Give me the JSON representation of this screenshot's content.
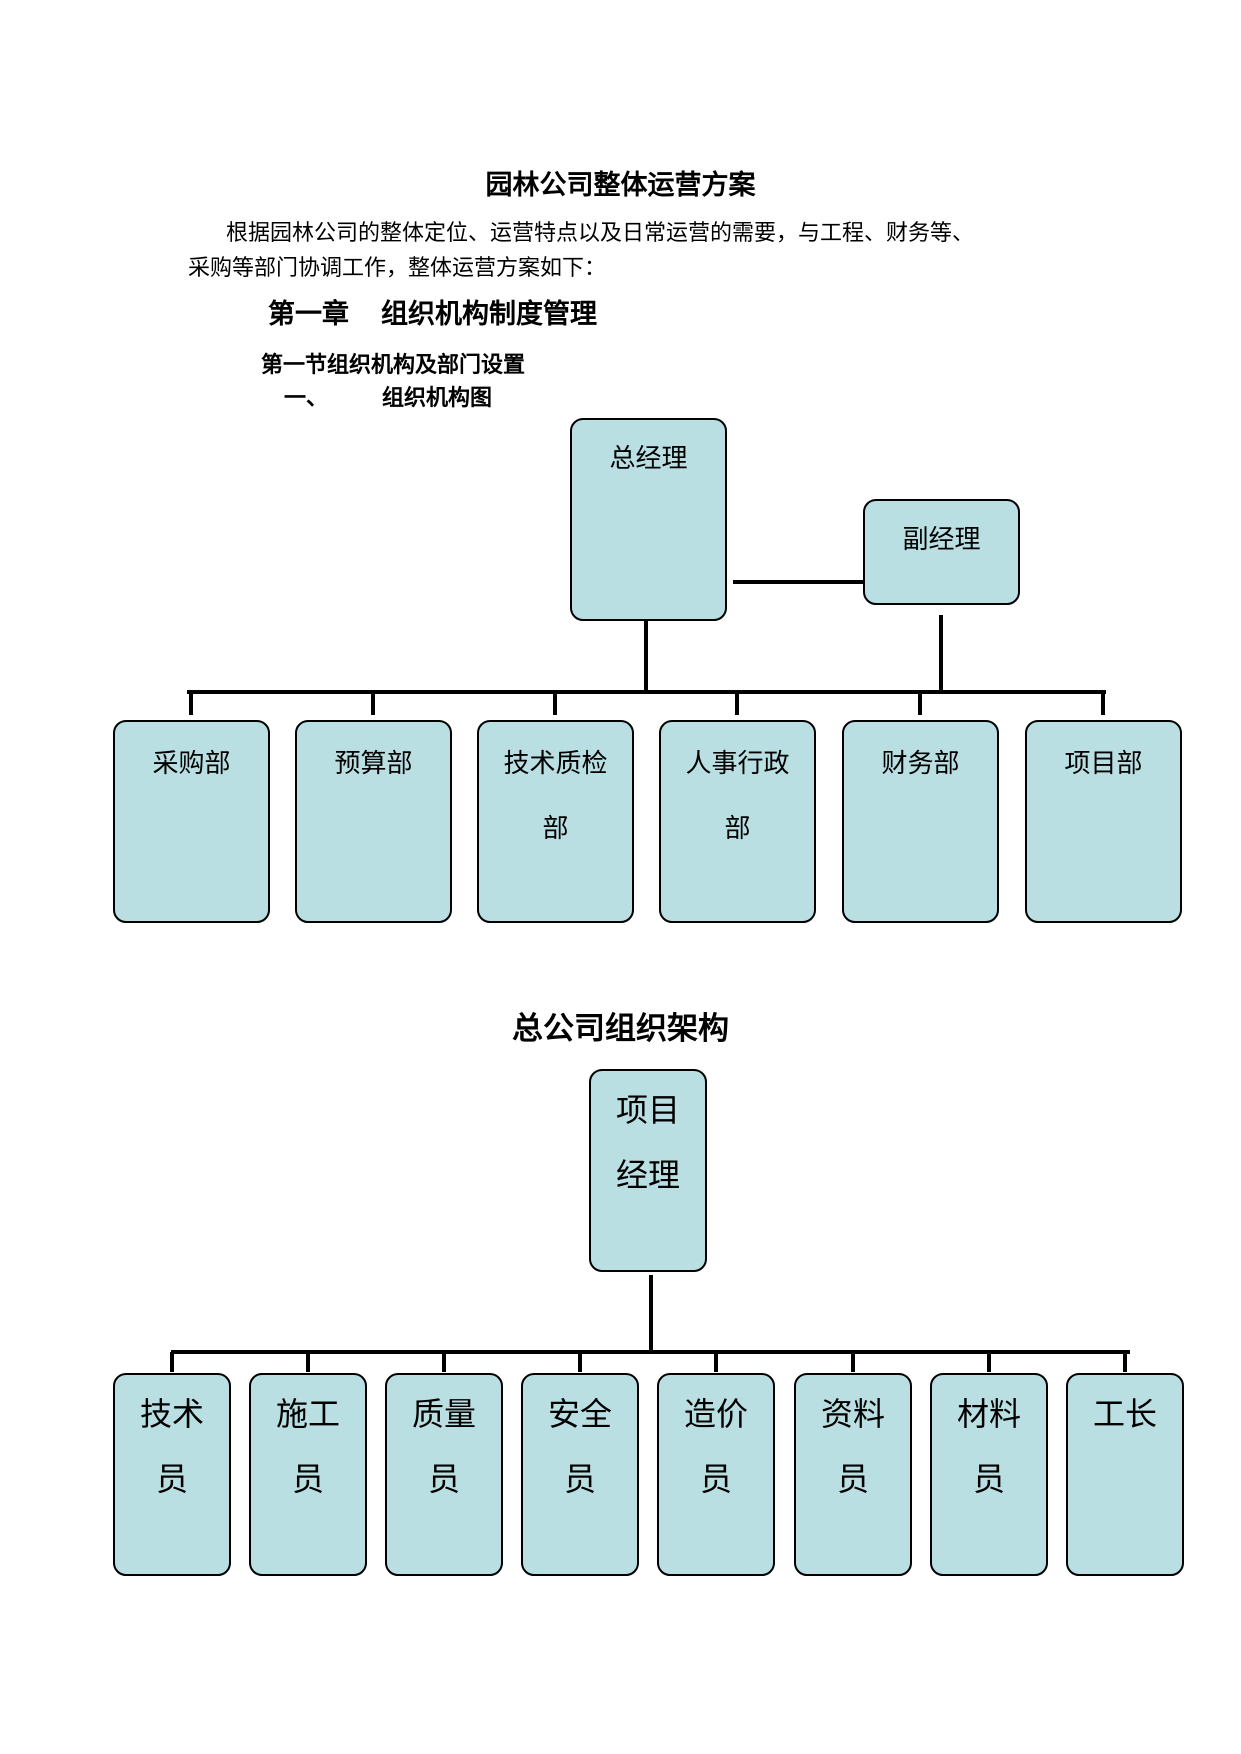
{
  "document": {
    "title": "园林公司整体运营方案",
    "intro_line1": "根据园林公司的整体定位、运营特点以及日常运营的需要，与工程、财务等、",
    "intro_line2": "采购等部门协调工作，整体运营方案如下：",
    "chapter_number": "第一章",
    "chapter_title": "组织机构制度管理",
    "section": "第一节组织机构及部门设置",
    "sub_item_number": "一、",
    "sub_item_title": "组织机构图"
  },
  "org_chart_1": {
    "general_manager": {
      "lines": [
        "总经理"
      ]
    },
    "deputy_manager": {
      "lines": [
        "副经理"
      ]
    },
    "departments": [
      {
        "lines": [
          "采购部"
        ]
      },
      {
        "lines": [
          "预算部"
        ]
      },
      {
        "lines": [
          "技术质检",
          "部"
        ]
      },
      {
        "lines": [
          "人事行政",
          "部"
        ]
      },
      {
        "lines": [
          "财务部"
        ]
      },
      {
        "lines": [
          "项目部"
        ]
      }
    ]
  },
  "org_chart_2": {
    "title": "总公司组织架构",
    "project_manager": {
      "lines": [
        "项目",
        "经理"
      ]
    },
    "staff": [
      {
        "lines": [
          "技术",
          "员"
        ]
      },
      {
        "lines": [
          "施工",
          "员"
        ]
      },
      {
        "lines": [
          "质量",
          "员"
        ]
      },
      {
        "lines": [
          "安全",
          "员"
        ]
      },
      {
        "lines": [
          "造价",
          "员"
        ]
      },
      {
        "lines": [
          "资料",
          "员"
        ]
      },
      {
        "lines": [
          "材料",
          "员"
        ]
      },
      {
        "lines": [
          "工长"
        ]
      }
    ]
  },
  "colors": {
    "box_fill": "#b9dfe3",
    "line": "#000000"
  }
}
